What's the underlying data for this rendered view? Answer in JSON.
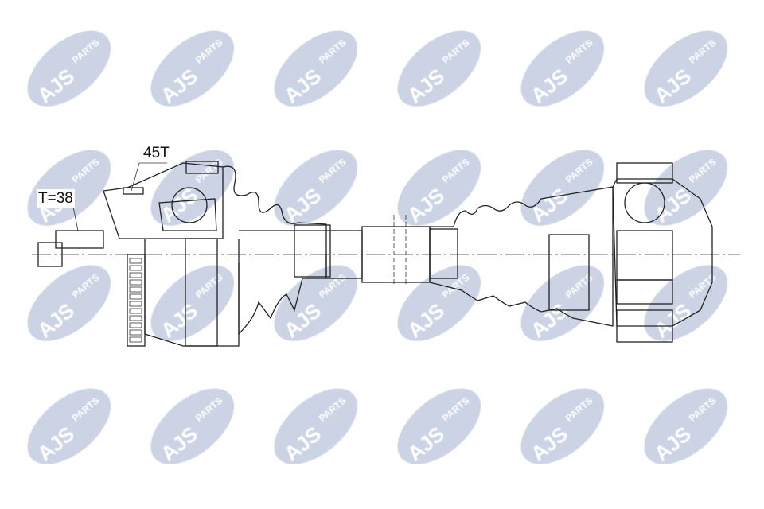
{
  "watermark": {
    "brand": "AJS",
    "suffix": "PARTS",
    "color": "#c3cbdf"
  },
  "labels": {
    "teeth_outer": "45T",
    "thread": "T=38"
  },
  "colors": {
    "line": "#222222",
    "background": "#ffffff"
  }
}
